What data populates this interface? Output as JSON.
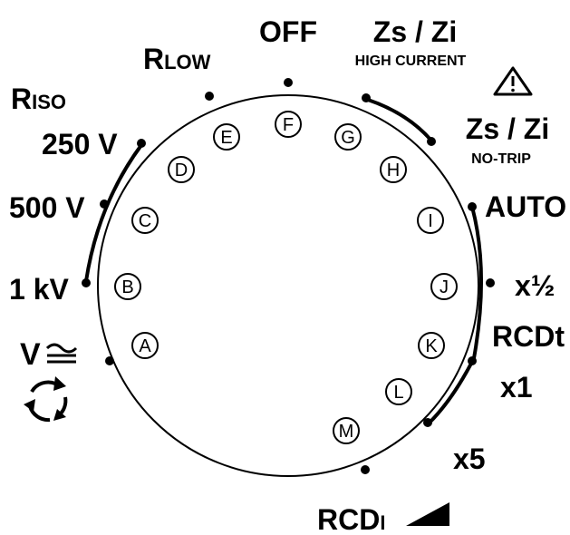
{
  "dial": {
    "positions": [
      {
        "id": "A",
        "label": "A"
      },
      {
        "id": "B",
        "label": "B"
      },
      {
        "id": "C",
        "label": "C"
      },
      {
        "id": "D",
        "label": "D"
      },
      {
        "id": "E",
        "label": "E"
      },
      {
        "id": "F",
        "label": "F"
      },
      {
        "id": "G",
        "label": "G"
      },
      {
        "id": "H",
        "label": "H"
      },
      {
        "id": "I",
        "label": "I"
      },
      {
        "id": "J",
        "label": "J"
      },
      {
        "id": "K",
        "label": "K"
      },
      {
        "id": "L",
        "label": "L"
      },
      {
        "id": "M",
        "label": "M"
      }
    ],
    "labels": {
      "off": "OFF",
      "rlow_main": "R",
      "rlow_sub": "LOW",
      "riso_main": "R",
      "riso_sub": "ISO",
      "v250": "250 V",
      "v500": "500 V",
      "kv1": "1 kV",
      "volt_main": "V",
      "zs_high_main": "Zs / Zi",
      "zs_high_sub": "HIGH CURRENT",
      "zs_notrip_main": "Zs / Zi",
      "zs_notrip_sub": "NO-TRIP",
      "auto": "AUTO",
      "x_half": "x½",
      "rcdt": "RCDt",
      "x1": "x1",
      "x5": "x5",
      "rcdi_main": "RCD",
      "rcdi_sub": "I"
    },
    "icons": {
      "warning": "warning-triangle-icon",
      "rotate": "rotate-arrows-icon",
      "ramp": "ramp-triangle-icon",
      "ac_dc": "ac-dc-symbol-icon"
    },
    "colors": {
      "ink": "#000000",
      "background": "#ffffff"
    }
  }
}
